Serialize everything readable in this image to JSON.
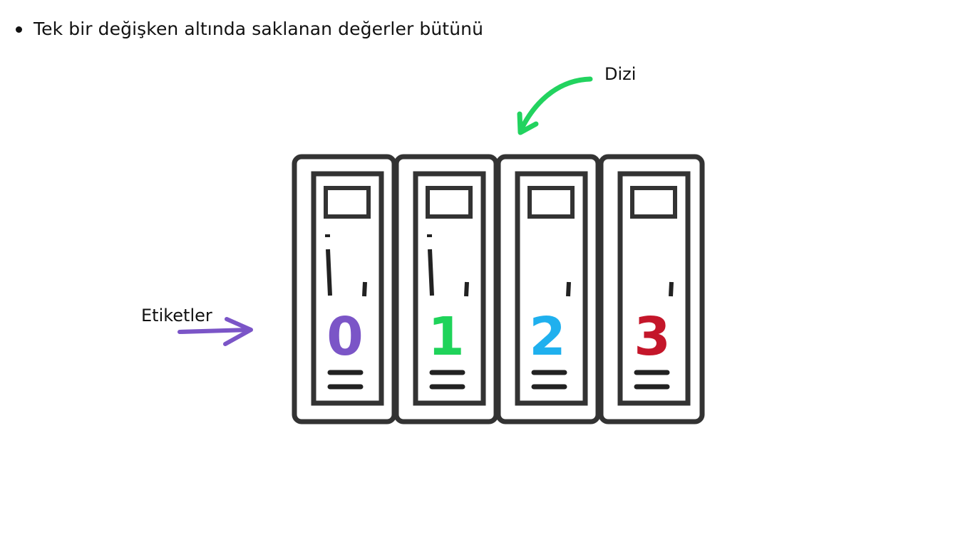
{
  "slide": {
    "bullet_text": "Tek bir değişken altında saklanan değerler bütünü"
  },
  "annotations": {
    "array_label": "Dizi",
    "array_arrow_color": "#22d35f",
    "index_label": "Etiketler",
    "index_arrow_color": "#7b55c7"
  },
  "lockers": [
    {
      "index": "0",
      "color": "#7b55c7"
    },
    {
      "index": "1",
      "color": "#1fd35a"
    },
    {
      "index": "2",
      "color": "#1fb0ee"
    },
    {
      "index": "3",
      "color": "#c4162a"
    }
  ],
  "icons": {
    "bullet": "bullet-dot-icon",
    "array_arrow": "curved-arrow-icon",
    "index_arrow": "right-arrow-icon",
    "locker": "locker-icon"
  }
}
